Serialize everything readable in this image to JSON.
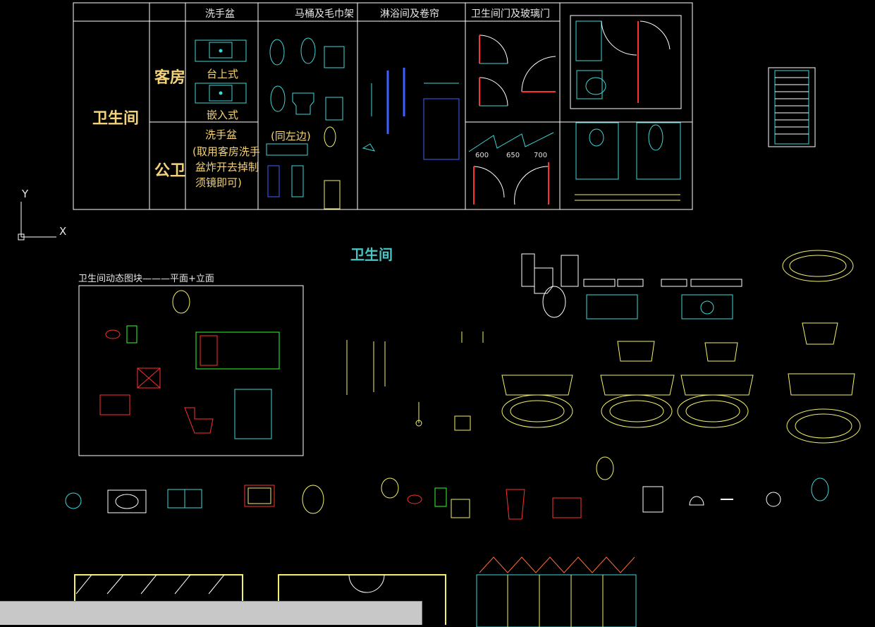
{
  "table": {
    "col_headers": [
      "洗手盆",
      "马桶及毛巾架",
      "淋浴间及卷帘",
      "卫生间门及玻璃门"
    ],
    "row_main": "卫生间",
    "row_guest": "客房",
    "row_public": "公卫",
    "sink_top": "台上式",
    "sink_embedded": "嵌入式",
    "public_sink_title": "洗手盆",
    "public_sink_note_1": "(取用客房洗手",
    "public_sink_note_2": "盆炸开去掉制",
    "public_sink_note_3": "须镜即可)",
    "same_left": "(同左边)",
    "door_widths": [
      "600",
      "650",
      "700"
    ]
  },
  "ucs": {
    "y_label": "Y",
    "x_label": "X"
  },
  "dynamic_block": {
    "title": "卫生间动态图块———平面+立面"
  },
  "bathroom_title": "卫生间",
  "colors": {
    "background": "#000000",
    "table_lines": "#ffffff",
    "cyan": "#3fd6d6",
    "yellow": "#f4f06a",
    "red": "#ff3030",
    "green": "#30ff30",
    "gold_text": "#f3d27a"
  },
  "icons": [
    "ucs-icon",
    "toilet-icon",
    "sink-icon",
    "bathtub-icon",
    "shower-icon",
    "urinal-icon",
    "door-swing-icon",
    "radiator-icon"
  ]
}
